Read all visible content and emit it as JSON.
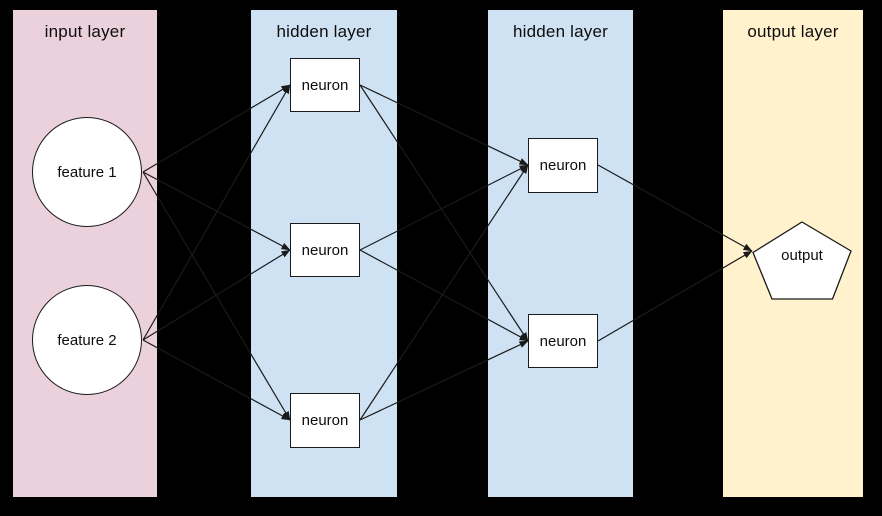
{
  "canvas": {
    "background": "#000000",
    "line_color": "#1a1a1a",
    "shape_fill": "#ffffff",
    "text_color": "#0d0d0d"
  },
  "layers": [
    {
      "id": "input",
      "title": "input layer",
      "color": "#ead1dc"
    },
    {
      "id": "hidden1",
      "title": "hidden layer",
      "color": "#cfe2f3"
    },
    {
      "id": "hidden2",
      "title": "hidden layer",
      "color": "#cfe2f3"
    },
    {
      "id": "output",
      "title": "output layer",
      "color": "#fff2cc"
    }
  ],
  "nodes": [
    {
      "id": "feature1",
      "label": "feature 1",
      "shape": "circle",
      "layer": "input"
    },
    {
      "id": "feature2",
      "label": "feature 2",
      "shape": "circle",
      "layer": "input"
    },
    {
      "id": "h1n1",
      "label": "neuron",
      "shape": "rectangle",
      "layer": "hidden1"
    },
    {
      "id": "h1n2",
      "label": "neuron",
      "shape": "rectangle",
      "layer": "hidden1"
    },
    {
      "id": "h1n3",
      "label": "neuron",
      "shape": "rectangle",
      "layer": "hidden1"
    },
    {
      "id": "h2n1",
      "label": "neuron",
      "shape": "rectangle",
      "layer": "hidden2"
    },
    {
      "id": "h2n2",
      "label": "neuron",
      "shape": "rectangle",
      "layer": "hidden2"
    },
    {
      "id": "output",
      "label": "output",
      "shape": "pentagon",
      "layer": "output"
    }
  ],
  "edges": [
    [
      "feature1",
      "h1n1"
    ],
    [
      "feature1",
      "h1n2"
    ],
    [
      "feature1",
      "h1n3"
    ],
    [
      "feature2",
      "h1n1"
    ],
    [
      "feature2",
      "h1n2"
    ],
    [
      "feature2",
      "h1n3"
    ],
    [
      "h1n1",
      "h2n1"
    ],
    [
      "h1n1",
      "h2n2"
    ],
    [
      "h1n2",
      "h2n1"
    ],
    [
      "h1n2",
      "h2n2"
    ],
    [
      "h1n3",
      "h2n1"
    ],
    [
      "h1n3",
      "h2n2"
    ],
    [
      "h2n1",
      "output"
    ],
    [
      "h2n2",
      "output"
    ]
  ]
}
